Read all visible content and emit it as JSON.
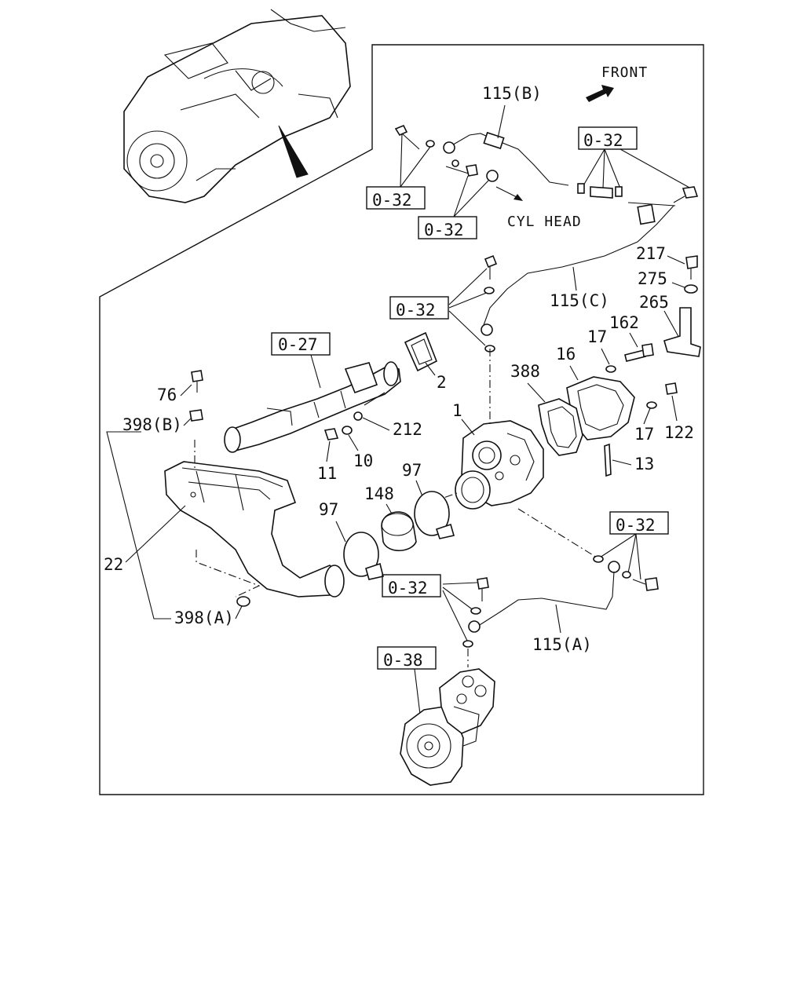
{
  "notes": {
    "front": "FRONT",
    "cyl_head": "CYL HEAD"
  },
  "refs": {
    "r032_a": "0-32",
    "r032_b": "0-32",
    "r032_c": "0-32",
    "r032_d": "0-32",
    "r032_e": "0-32",
    "r032_f": "0-32",
    "r027": "0-27",
    "r038": "0-38"
  },
  "labels": {
    "p115b": "115(B)",
    "p115c": "115(C)",
    "p115a": "115(A)",
    "p217": "217",
    "p275": "275",
    "p265": "265",
    "p162": "162",
    "p17a": "17",
    "p17b": "17",
    "p16": "16",
    "p388": "388",
    "p122": "122",
    "p13": "13",
    "p1": "1",
    "p2": "2",
    "p212": "212",
    "p10": "10",
    "p11": "11",
    "p97a": "97",
    "p97b": "97",
    "p148": "148",
    "p76": "76",
    "p398b": "398(B)",
    "p398a": "398(A)",
    "p22": "22"
  }
}
